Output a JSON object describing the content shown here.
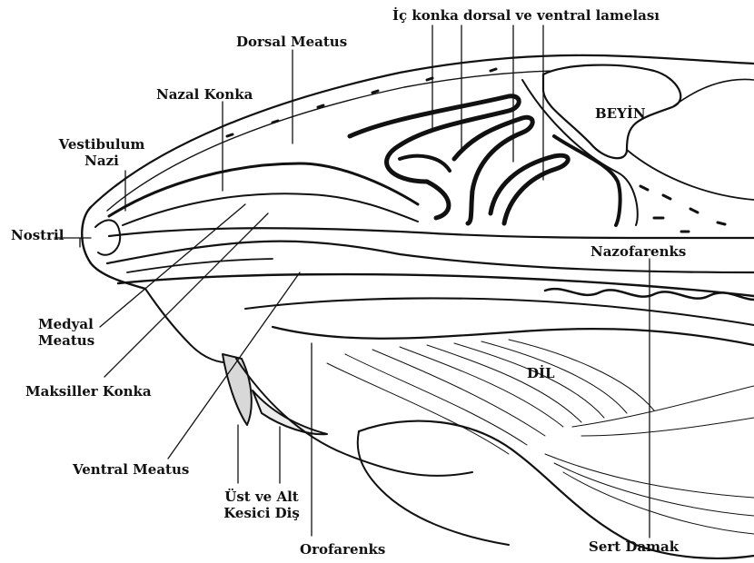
{
  "labels": {
    "ic_konka": "İç konka dorsal ve ventral lamelası",
    "dorsal_meatus": "Dorsal Meatus",
    "nazal_konka": "Nazal Konka",
    "beyin": "BEYİN",
    "vestibulum_nazi_1": "Vestibulum",
    "vestibulum_nazi_2": "Nazi",
    "nostril": "Nostril",
    "nazofarenks": "Nazofarenks",
    "medyal_meatus_1": "Medyal",
    "medyal_meatus_2": "Meatus",
    "dil": "DİL",
    "maksiller_konka": "Maksiller Konka",
    "ventral_meatus": "Ventral Meatus",
    "kesici_dis_1": "Üst ve Alt",
    "kesici_dis_2": "Kesici Diş",
    "orofarenks": "Orofarenks",
    "sert_damak": "Sert Damak"
  },
  "colors": {
    "ink": "#111111",
    "cavity_shade": "#9a9a9a",
    "light_shade": "#d4d4d4"
  }
}
